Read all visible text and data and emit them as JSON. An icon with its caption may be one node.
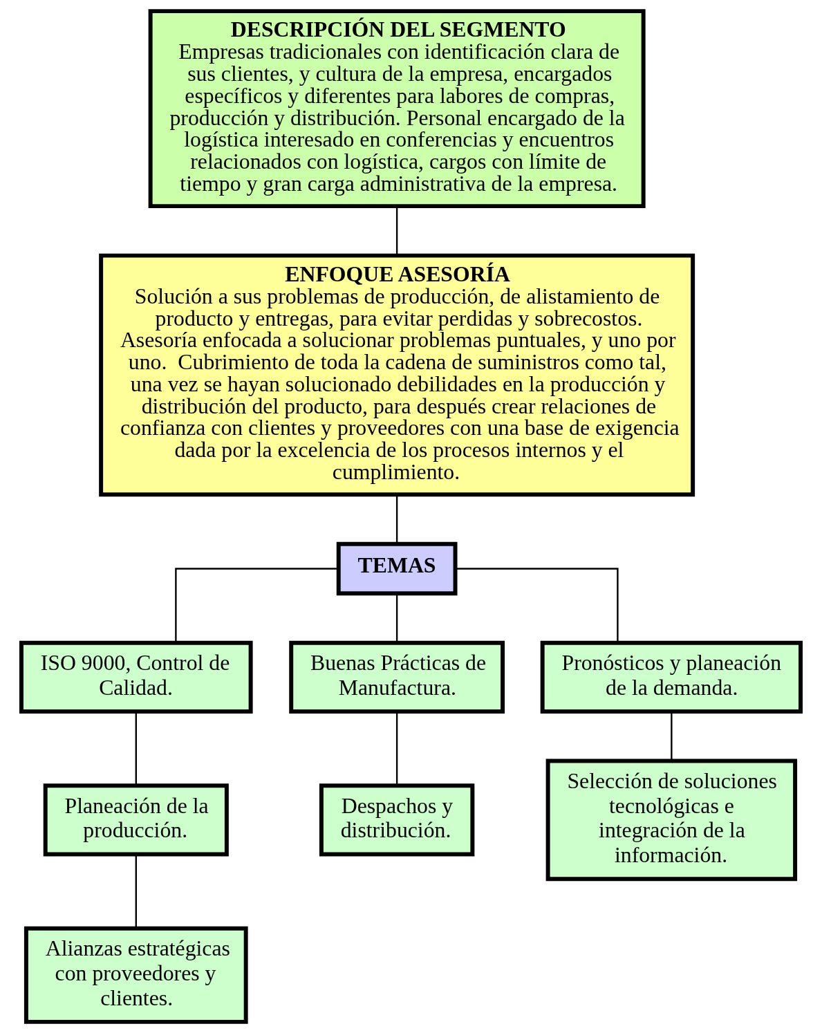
{
  "diagram": {
    "nodes": [
      {
        "text": [
          "DESCRIPCIÓN DEL SEGMENTO",
          "Empresas tradicionales con identificación clara de sus clientes, y cultura de la empresa, encargados específicos y diferentes para labores de compras, producción y distribución. Personal encargado de la logística interesado en conferencias y encuentros relacionados con logística, cargos con límite de tiempo y gran carga administrativa de la empresa."
        ]
      },
      {
        "text": [
          "ENFOQUE ASESORÍA",
          "Solución a sus problemas de producción, de alistamiento de producto y entregas, para evitar perdidas y sobrecostos. Asesoría enfocada a solucionar problemas puntuales, y uno por uno.  Cubrimiento de toda la cadena de suministros como tal, una vez se hayan solucionado debilidades en la producción y distribución del producto, para después crear relaciones de confianza con clientes y proveedores con una base de exigencia dada por la excelencia de los procesos internos y el cumplimiento."
        ]
      },
      {
        "text": [
          "TEMAS"
        ]
      },
      {
        "text": [
          "ISO 9000, Control de Calidad."
        ]
      },
      {
        "text": [
          "Buenas Prácticas de Manufactura."
        ]
      },
      {
        "text": [
          "Pronósticos y planeación de la demanda."
        ]
      },
      {
        "text": [
          "Planeación de la producción."
        ]
      },
      {
        "text": [
          "Despachos y distribución."
        ]
      },
      {
        "text": [
          "Selección de soluciones tecnológicas e integración de la información."
        ]
      },
      {
        "text": [
          "Alianzas estratégicas con proveedores y clientes."
        ]
      }
    ],
    "edges": [
      {
        "from": 0,
        "to": 1,
        "arrow": "none"
      },
      {
        "from": 1,
        "to": 2,
        "arrow": "none"
      },
      {
        "from": 2,
        "to": 3,
        "arrow": "none"
      },
      {
        "from": 2,
        "to": 4,
        "arrow": "none"
      },
      {
        "from": 2,
        "to": 5,
        "arrow": "none"
      },
      {
        "from": 3,
        "to": 6,
        "arrow": "none"
      },
      {
        "from": 4,
        "to": 7,
        "arrow": "none"
      },
      {
        "from": 5,
        "to": 8,
        "arrow": "none"
      },
      {
        "from": 6,
        "to": 9,
        "arrow": "none"
      }
    ]
  }
}
